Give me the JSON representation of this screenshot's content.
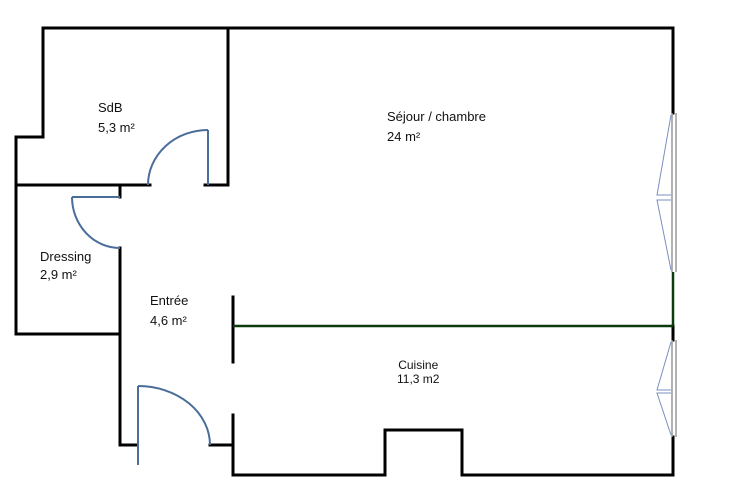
{
  "rooms": {
    "sdb": {
      "name": "SdB",
      "area": "5,3 m²"
    },
    "sejour": {
      "name": "Séjour / chambre",
      "area": "24 m²"
    },
    "dressing": {
      "name": "Dressing",
      "area": "2,9 m²"
    },
    "entree": {
      "name": "Entrée",
      "area": "4,6 m²"
    },
    "cuisine": {
      "name": "Cuisine",
      "area": "11,3 m2"
    }
  },
  "colors": {
    "wall": "#000000",
    "door": "#4a6d9a",
    "divider": "#0d3a0d"
  }
}
